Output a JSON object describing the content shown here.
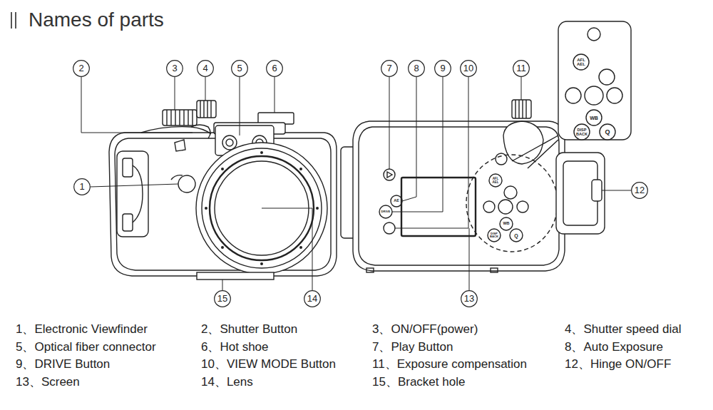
{
  "diagram": {
    "title": "Names of parts",
    "nodes": [
      {
        "text": [
          "2"
        ]
      },
      {
        "text": [
          "3"
        ]
      },
      {
        "text": [
          "4"
        ]
      },
      {
        "text": [
          "5"
        ]
      },
      {
        "text": [
          "6"
        ]
      },
      {
        "text": [
          "7"
        ]
      },
      {
        "text": [
          "8"
        ]
      },
      {
        "text": [
          "9"
        ]
      },
      {
        "text": [
          "10"
        ]
      },
      {
        "text": [
          "11"
        ]
      },
      {
        "text": [
          "1"
        ]
      },
      {
        "text": [
          "12"
        ]
      },
      {
        "text": [
          "15"
        ]
      },
      {
        "text": [
          "14"
        ]
      },
      {
        "text": [
          "13"
        ]
      }
    ],
    "labels": [
      "1、Electronic Viewfinder",
      "2、Shutter Button",
      "3、ON/OFF(power)",
      "4、Shutter speed dial",
      "5、Optical fiber connector",
      "6、Hot shoe",
      "7、Play Button",
      "8、Auto Exposure",
      "9、DRIVE Button",
      "10、VIEW MODE Button",
      "11、Exposure compensation",
      "12、Hinge ON/OFF",
      "13、Screen",
      "14、Lens",
      "15、Bracket hole",
      "AE",
      "DRIVE",
      "AFL AEL",
      "WB",
      "DISP BACK",
      "Q",
      "AFL AEL",
      "WB",
      "DISP BACK",
      "Q"
    ]
  }
}
